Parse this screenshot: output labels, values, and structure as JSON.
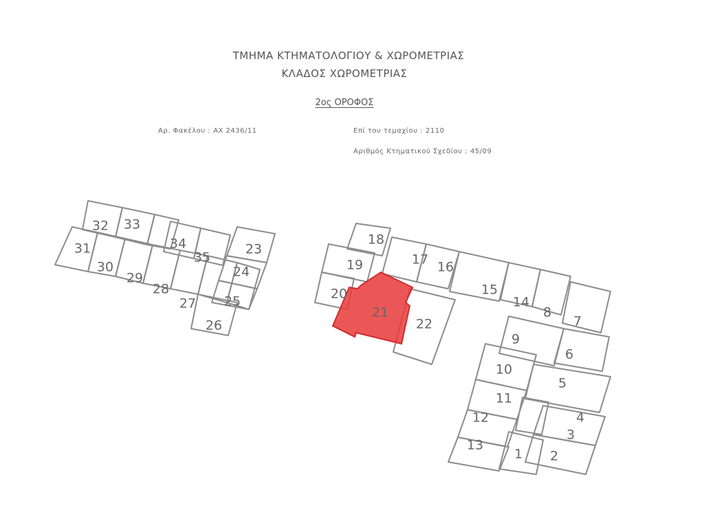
{
  "header": {
    "title_line1": "ΤΜΗΜΑ ΚΤΗΜΑΤΟΛΟΓΙΟΥ & ΧΩΡΟΜΕΤΡΙΑΣ",
    "title_line2": "ΚΛΑΔΟΣ ΧΩΡΟΜΕΤΡΙΑΣ",
    "floor_label": "2ος ΟΡΟΦΟΣ"
  },
  "meta": {
    "file_label": "Αρ. Φακέλου :",
    "file_value": "ΑΧ 2436/11",
    "parcel_label": "Επί του τεμαχίου :",
    "parcel_value": "2110",
    "sheet_label": "Αριθμός Κτηματικού Σχεδίου :",
    "sheet_value": "45/09"
  },
  "plan": {
    "unit_labels": [
      "1",
      "2",
      "3",
      "4",
      "5",
      "6",
      "7",
      "8",
      "9",
      "10",
      "11",
      "12",
      "13",
      "14",
      "15",
      "16",
      "17",
      "18",
      "19",
      "20",
      "21",
      "22",
      "23",
      "24",
      "25",
      "26",
      "27",
      "28",
      "29",
      "30",
      "31",
      "32",
      "33",
      "34",
      "35"
    ],
    "highlighted_unit": "21",
    "highlight_color": "#e8393a",
    "line_color": "#8c8c8c"
  }
}
